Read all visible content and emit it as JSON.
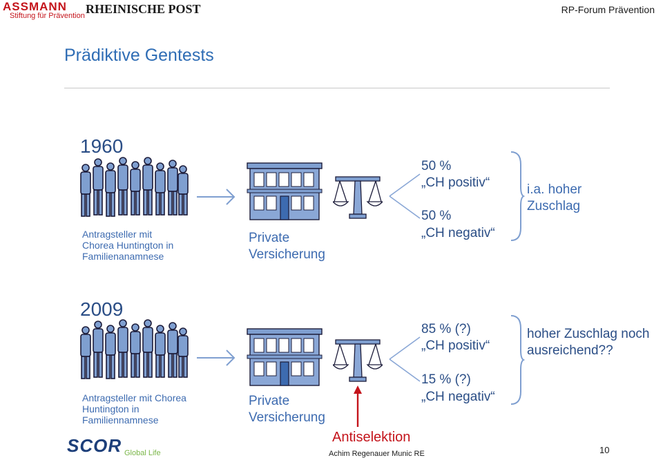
{
  "header": {
    "assmann_logo": "ASSMANN",
    "assmann_sub": "Stiftung für Prävention",
    "rp_logo": "RHEINISCHE POST",
    "forum": "RP-Forum Prävention"
  },
  "title": "Prädiktive Gentests",
  "row1960": {
    "year": "1960",
    "applicants": "Antragsteller mit Chorea Huntington in Familienanamnese",
    "insurer": "Private Versicherung",
    "pct_pos": "50 %",
    "label_pos": "„CH positiv“",
    "pct_neg": "50 %",
    "label_neg": "„CH negativ“",
    "result": "i.a. hoher Zuschlag"
  },
  "row2009": {
    "year": "2009",
    "applicants": "Antragsteller mit Chorea Huntington in  Familiennamnese",
    "insurer": "Private Versicherung",
    "pct_pos": "85 % (?)",
    "label_pos": "„CH positiv“",
    "pct_neg": "15 % (?)",
    "label_neg": "„CH negativ“",
    "result": "hoher Zuschlag noch ausreichend??",
    "antiselection": "Antiselektion"
  },
  "footer": {
    "scor_logo": "SCOR",
    "scor_sub": "Global Life",
    "author": "Achim Regenauer Munic RE",
    "page_number": "10"
  },
  "colors": {
    "title_blue": "#2f6db5",
    "text_blue": "#3d6bb0",
    "figure_blue": "#7f9fd0",
    "outline": "#1c1c3a",
    "red": "#c4141b"
  },
  "icons": [
    "people-group-icon",
    "building-icon",
    "scales-icon",
    "arrow-right-icon",
    "brace-icon",
    "arrow-up-icon"
  ]
}
